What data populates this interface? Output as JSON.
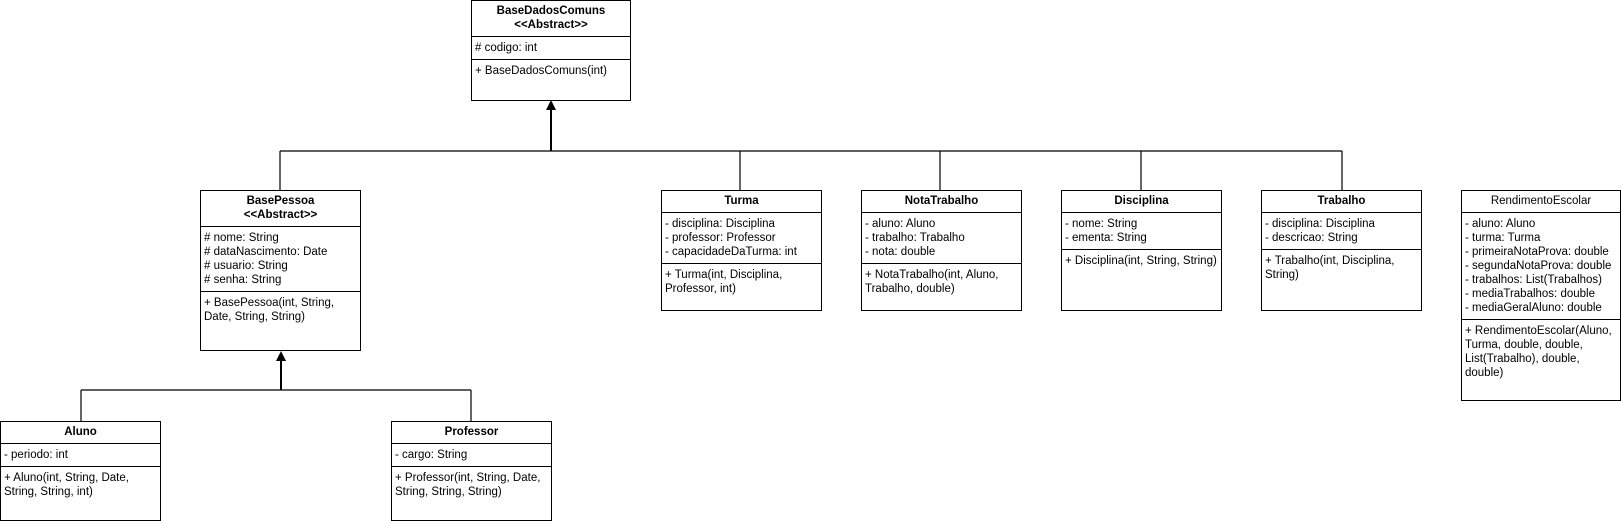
{
  "classes": {
    "base_dados": {
      "name": "BaseDadosComuns",
      "stereotype": "<<Abstract>>",
      "attributes": [
        "# codigo: int"
      ],
      "methods": [
        "+ BaseDadosComuns(int)"
      ]
    },
    "base_pessoa": {
      "name": "BasePessoa",
      "stereotype": "<<Abstract>>",
      "attributes": [
        "# nome: String",
        "# dataNascimento: Date",
        "# usuario: String",
        "# senha: String"
      ],
      "methods": [
        "+ BasePessoa(int, String, Date, String, String)"
      ]
    },
    "turma": {
      "name": "Turma",
      "attributes": [
        "- disciplina: Disciplina",
        "- professor: Professor",
        "- capacidadeDaTurma: int"
      ],
      "methods": [
        "+ Turma(int, Disciplina, Professor, int)"
      ]
    },
    "nota_trabalho": {
      "name": "NotaTrabalho",
      "attributes": [
        "- aluno: Aluno",
        "- trabalho: Trabalho",
        "- nota: double"
      ],
      "methods": [
        "+ NotaTrabalho(int, Aluno, Trabalho, double)"
      ]
    },
    "disciplina": {
      "name": "Disciplina",
      "attributes": [
        "- nome: String",
        "- ementa: String"
      ],
      "methods": [
        "+ Disciplina(int, String, String)"
      ]
    },
    "trabalho": {
      "name": "Trabalho",
      "attributes": [
        "- disciplina: Disciplina",
        "- descricao: String"
      ],
      "methods": [
        "+ Trabalho(int, Disciplina, String)"
      ]
    },
    "rendimento": {
      "name": "RendimentoEscolar",
      "attributes": [
        "- aluno: Aluno",
        "- turma: Turma",
        "- primeiraNotaProva: double",
        "- segundaNotaProva: double",
        "- trabalhos: List(Trabalhos)",
        "- mediaTrabalhos: double",
        "- mediaGeralAluno: double"
      ],
      "methods": [
        "+ RendimentoEscolar(Aluno, Turma, double, double, List(Trabalho), double, double)"
      ]
    },
    "aluno": {
      "name": "Aluno",
      "attributes": [
        "- periodo: int"
      ],
      "methods": [
        "+ Aluno(int, String, Date, String, String, int)"
      ]
    },
    "professor": {
      "name": "Professor",
      "attributes": [
        "- cargo: String"
      ],
      "methods": [
        "+ Professor(int, String, Date, String, String, String)"
      ]
    }
  },
  "relations": [
    {
      "type": "generalization",
      "parent": "BaseDadosComuns",
      "children": [
        "BasePessoa",
        "Turma",
        "NotaTrabalho",
        "Disciplina",
        "Trabalho"
      ]
    },
    {
      "type": "generalization",
      "parent": "BasePessoa",
      "children": [
        "Aluno",
        "Professor"
      ]
    }
  ]
}
